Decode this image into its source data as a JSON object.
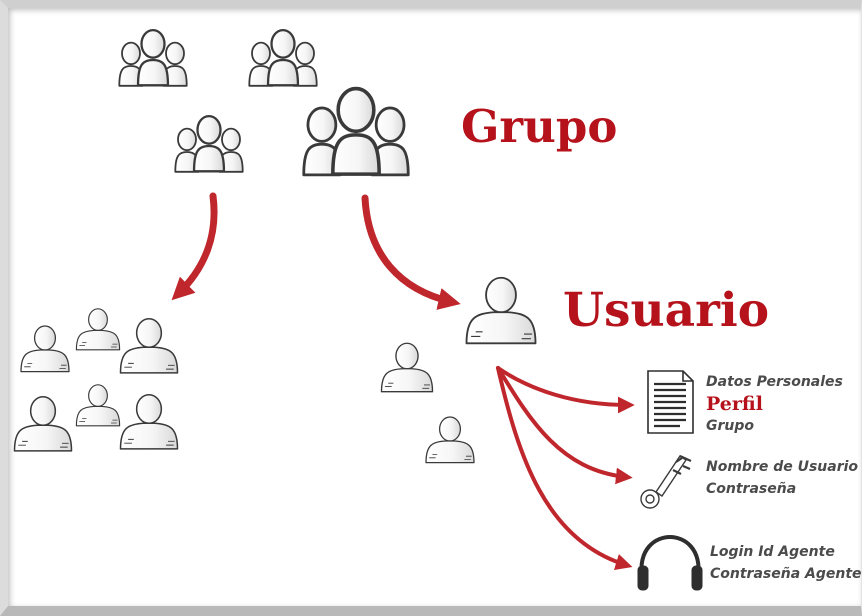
{
  "titles": {
    "group": "Grupo",
    "user": "Usuario"
  },
  "profile_block": {
    "line1": "Datos Personales",
    "line2": "Perfil",
    "line3": "Grupo"
  },
  "credentials_block": {
    "line1": "Nombre de Usuario",
    "line2": "Contraseña"
  },
  "agent_block": {
    "line1": "Login Id Agente",
    "line2": "Contraseña Agente"
  },
  "colors": {
    "accent_red": "#b5121b",
    "arrow_red": "#c0272d",
    "outline": "#3a3a3a",
    "text_gray": "#4b4b4b"
  },
  "icons": [
    "group-people-icon",
    "person-icon",
    "document-icon",
    "key-icon",
    "headphones-icon"
  ]
}
